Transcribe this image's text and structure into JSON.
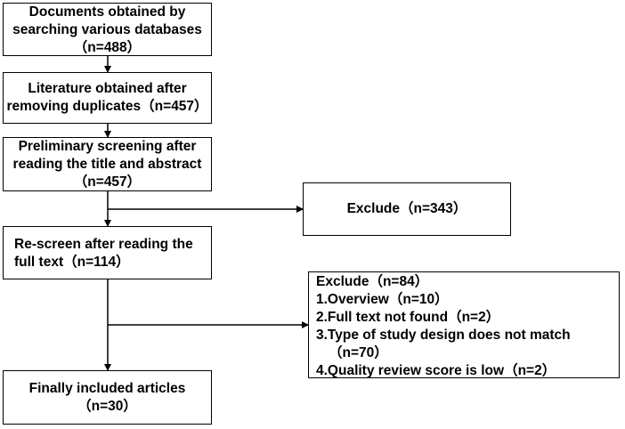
{
  "flowchart": {
    "boxes": [
      {
        "id": "search",
        "lines": [
          "Documents obtained by",
          "searching various databases",
          "（n=488）"
        ]
      },
      {
        "id": "dedup",
        "lines": [
          "Literature obtained after",
          "removing duplicates（n=457）"
        ]
      },
      {
        "id": "prelim",
        "lines": [
          "Preliminary screening after",
          "reading the title and abstract",
          "（n=457）"
        ]
      },
      {
        "id": "exclude1",
        "lines": [
          "Exclude（n=343）"
        ]
      },
      {
        "id": "rescreen",
        "lines": [
          "Re-screen after reading the",
          "full text（n=114）"
        ]
      },
      {
        "id": "exclude2",
        "lines": [
          "Exclude（n=84）",
          "1.Overview（n=10）",
          "2.Full text not found（n=2）",
          "3.Type of study design does not match",
          "（n=70）",
          "4.Quality review score is low（n=2）"
        ]
      },
      {
        "id": "final",
        "lines": [
          "Finally included articles",
          "（n=30）"
        ]
      }
    ]
  },
  "colors": {
    "stroke": "#000000",
    "background": "#ffffff",
    "text": "#000000"
  }
}
